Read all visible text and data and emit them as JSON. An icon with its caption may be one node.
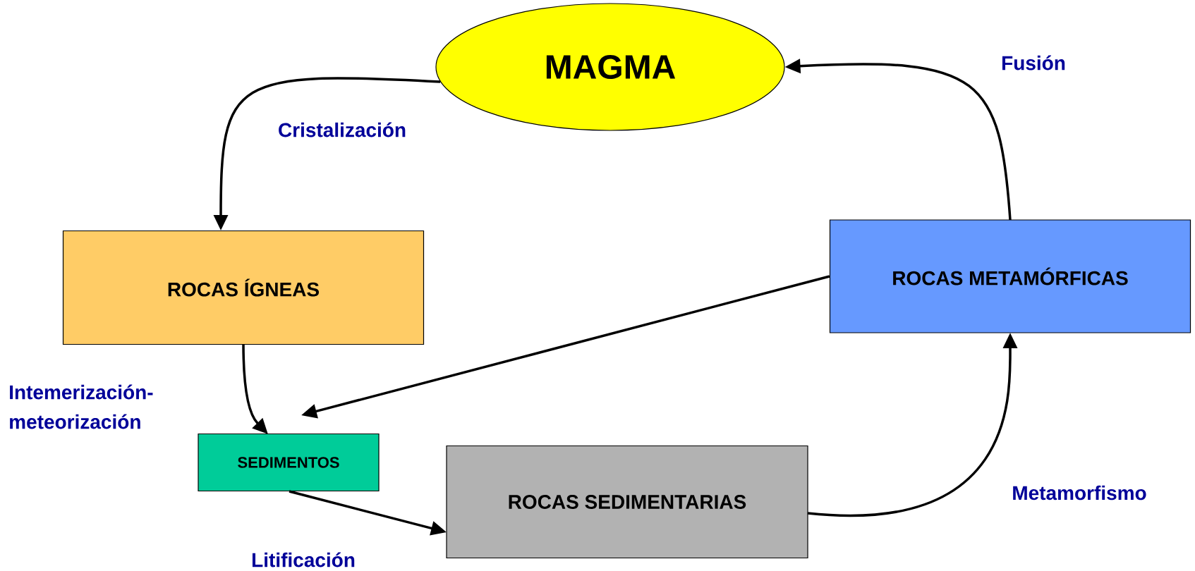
{
  "diagram": {
    "nodes": [
      {
        "text": [
          "MAGMA"
        ]
      },
      {
        "text": [
          "ROCAS ÍGNEAS"
        ]
      },
      {
        "text": [
          "ROCAS METAMÓRFICAS"
        ]
      },
      {
        "text": [
          "SEDIMENTOS"
        ]
      },
      {
        "text": [
          "ROCAS SEDIMENTARIAS"
        ]
      }
    ],
    "edges": [
      {
        "from": 0,
        "to": 1,
        "arrow": "to",
        "label": "Cristalización"
      },
      {
        "from": 2,
        "to": 0,
        "arrow": "to",
        "label": "Fusión"
      },
      {
        "from": 1,
        "to": 3,
        "arrow": "to",
        "label": "Intemerización-meteorización"
      },
      {
        "from": 2,
        "to": 3,
        "arrow": "to"
      },
      {
        "from": 3,
        "to": 4,
        "arrow": "to",
        "label": "Litificación"
      },
      {
        "from": 4,
        "to": 2,
        "arrow": "to",
        "label": "Metamorfismo"
      }
    ]
  }
}
